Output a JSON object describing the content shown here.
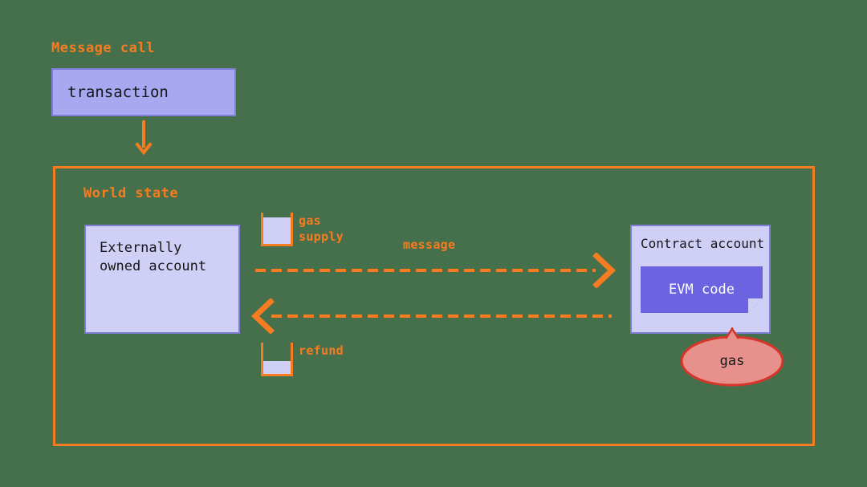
{
  "diagram": {
    "title": "Message call",
    "background_color": "#46704b",
    "accent_color": "#f57c20",
    "box_fill_light": "#d0d0f7",
    "box_fill_medium": "#a8a8f0",
    "box_border": "#7f7fd8",
    "code_fill": "#6c63e0",
    "gas_fill": "#e8918c",
    "gas_border": "#d6352a"
  },
  "message_call": {
    "heading": "Message call",
    "transaction_box": "transaction"
  },
  "world_state": {
    "heading": "World state",
    "externally_owned_account": "Externally\nowned account",
    "contract_account": "Contract account",
    "evm_code": "EVM code",
    "gas_bubble": "gas"
  },
  "meters": {
    "gas_supply_label": "gas\nsupply",
    "gas_supply_fill_percent": 85,
    "refund_label": "refund",
    "refund_fill_percent": 42
  },
  "arrows": {
    "message_label": "message",
    "transaction_to_world_state": "down-arrow",
    "eoa_to_contract": "dashed-right-arrow",
    "contract_to_eoa": "dashed-left-arrow"
  }
}
